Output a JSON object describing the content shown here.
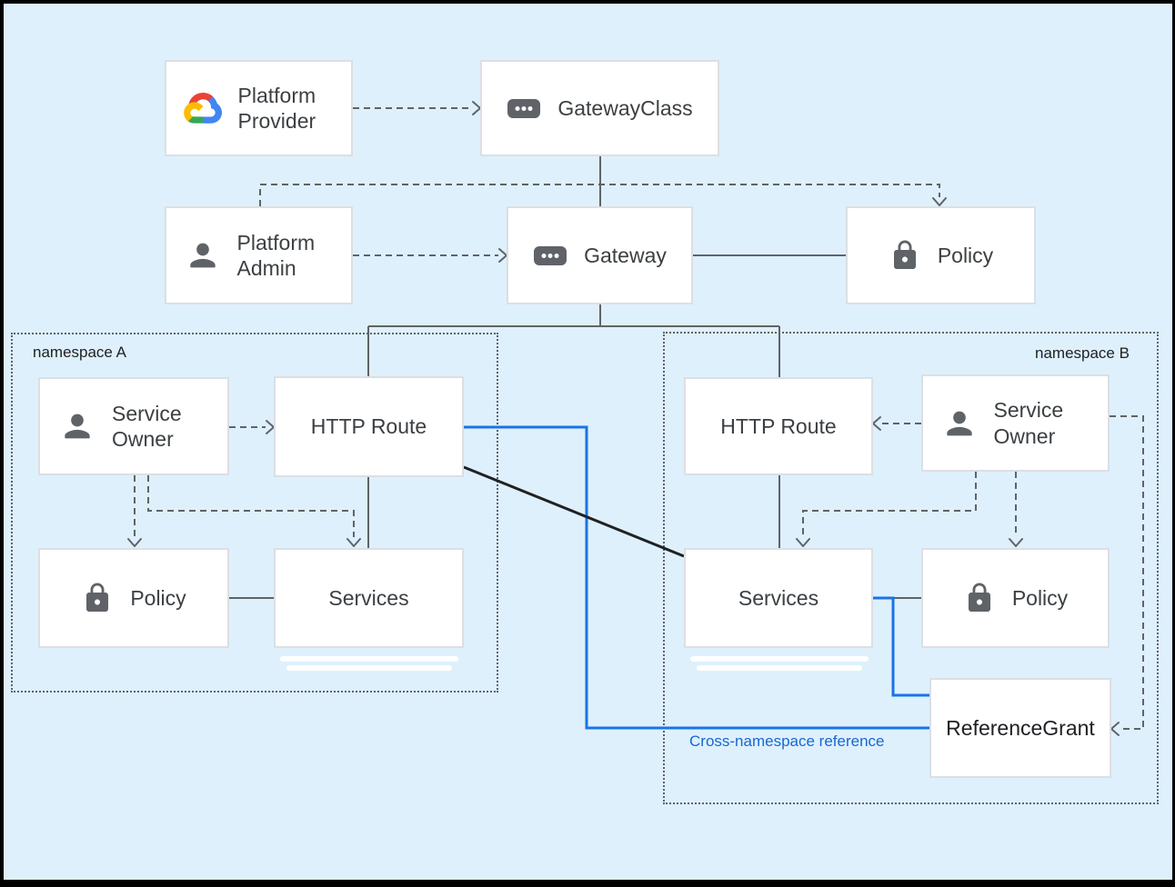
{
  "diagram": {
    "colors": {
      "background": "#def0fc",
      "frame": "#000000",
      "connector_gray": "#5f6368",
      "cross_namespace_blue": "#1a73e8",
      "blue_label": "#1967d2",
      "direct_reference_black": "#202124",
      "node_border": "#dcdfe3",
      "icon_gray": "#5f6368"
    },
    "nodes": {
      "platform_provider": {
        "label": "Platform Provider",
        "icon": "google-cloud-icon"
      },
      "gateway_class": {
        "label": "GatewayClass",
        "icon": "resource-icon"
      },
      "platform_admin": {
        "label": "Platform Admin",
        "icon": "person-icon"
      },
      "gateway": {
        "label": "Gateway",
        "icon": "resource-icon"
      },
      "policy_top": {
        "label": "Policy",
        "icon": "lock-icon"
      },
      "service_owner_a": {
        "label": "Service Owner",
        "icon": "person-icon"
      },
      "http_route_a": {
        "label": "HTTP Route"
      },
      "policy_a": {
        "label": "Policy",
        "icon": "lock-icon"
      },
      "services_a": {
        "label": "Services"
      },
      "http_route_b": {
        "label": "HTTP Route"
      },
      "service_owner_b": {
        "label": "Service Owner",
        "icon": "person-icon"
      },
      "services_b": {
        "label": "Services"
      },
      "policy_b": {
        "label": "Policy",
        "icon": "lock-icon"
      },
      "reference_grant": {
        "label": "ReferenceGrant"
      }
    },
    "namespaces": {
      "a": {
        "label": "namespace A"
      },
      "b": {
        "label": "namespace B"
      }
    },
    "annotations": {
      "cross_namespace_reference": {
        "label": "Cross-namespace reference"
      }
    },
    "edges": [
      {
        "from": "platform_provider",
        "to": "gateway_class",
        "style": "dashed-arrow"
      },
      {
        "from": "gateway_class",
        "to": "gateway",
        "style": "solid"
      },
      {
        "from": "platform_admin",
        "to": "gateway",
        "style": "dashed-arrow"
      },
      {
        "from": "platform_admin",
        "to": "policy_top",
        "style": "dashed-arrow"
      },
      {
        "from": "gateway",
        "to": "policy_top",
        "style": "solid"
      },
      {
        "from": "gateway",
        "to": "http_route_a",
        "style": "solid"
      },
      {
        "from": "gateway",
        "to": "http_route_b",
        "style": "solid"
      },
      {
        "from": "http_route_a",
        "to": "services_a",
        "style": "solid"
      },
      {
        "from": "http_route_b",
        "to": "services_b",
        "style": "solid"
      },
      {
        "from": "service_owner_a",
        "to": "http_route_a",
        "style": "dashed-arrow"
      },
      {
        "from": "service_owner_a",
        "to": "policy_a",
        "style": "dashed-arrow"
      },
      {
        "from": "service_owner_a",
        "to": "services_a",
        "style": "dashed-arrow"
      },
      {
        "from": "policy_a",
        "to": "services_a",
        "style": "solid"
      },
      {
        "from": "service_owner_b",
        "to": "http_route_b",
        "style": "dashed-arrow"
      },
      {
        "from": "service_owner_b",
        "to": "services_b",
        "style": "dashed-arrow"
      },
      {
        "from": "service_owner_b",
        "to": "policy_b",
        "style": "dashed-arrow"
      },
      {
        "from": "service_owner_b",
        "to": "reference_grant",
        "style": "dashed-arrow"
      },
      {
        "from": "services_b",
        "to": "policy_b",
        "style": "solid"
      },
      {
        "from": "http_route_a",
        "to": "reference_grant",
        "style": "blue",
        "label": "Cross-namespace reference"
      },
      {
        "from": "services_b",
        "to": "reference_grant",
        "style": "blue"
      },
      {
        "from": "http_route_a",
        "to": "services_b",
        "style": "black"
      }
    ]
  }
}
